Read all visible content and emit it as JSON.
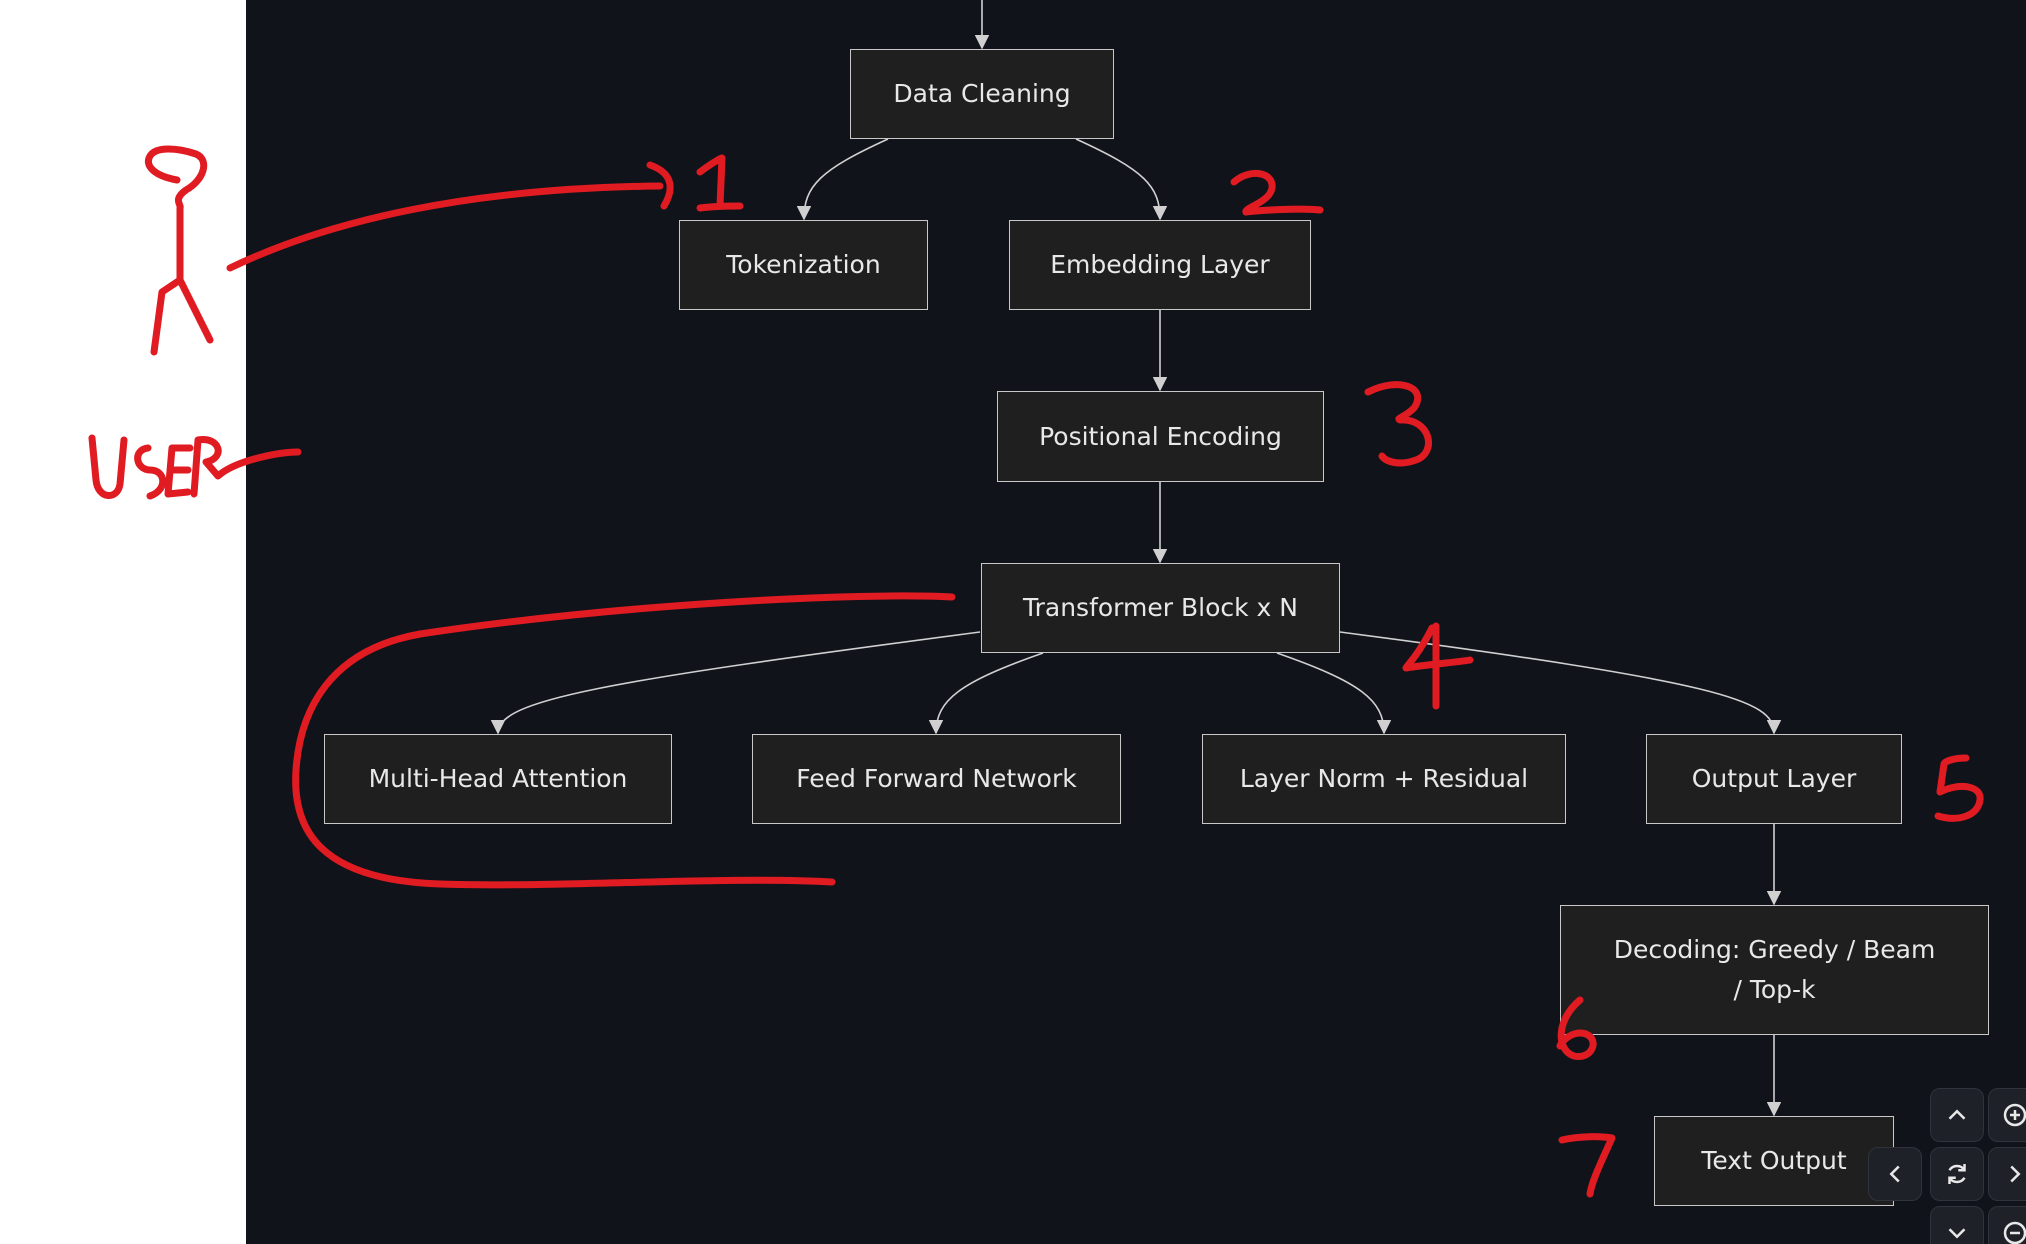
{
  "diagram": {
    "nodes": {
      "data_cleaning": "Data Cleaning",
      "tokenization": "Tokenization",
      "embedding_layer": "Embedding Layer",
      "positional_encoding": "Positional Encoding",
      "transformer_block": "Transformer Block x N",
      "multi_head_attention": "Multi-Head Attention",
      "feed_forward": "Feed Forward Network",
      "layer_norm": "Layer Norm + Residual",
      "output_layer": "Output Layer",
      "decoding": "Decoding: Greedy / Beam / Top-k",
      "text_output": "Text Output"
    }
  },
  "annotations": {
    "user_label": "USER",
    "step_numbers": [
      "1",
      "2",
      "3",
      "4",
      "5",
      "6",
      "7"
    ],
    "ink_color": "#e11b22"
  },
  "controls": {
    "pan_up": "chevron-up-icon",
    "zoom_in": "zoom-in-icon",
    "pan_left": "chevron-left-icon",
    "reset": "refresh-icon",
    "pan_right": "chevron-right-icon",
    "pan_down": "chevron-down-icon",
    "zoom_out": "zoom-out-icon"
  },
  "colors": {
    "canvas_bg": "#10131a",
    "node_bg": "#1f1f1f",
    "node_border": "#c8c8c8",
    "edge": "#d0d0d0"
  }
}
